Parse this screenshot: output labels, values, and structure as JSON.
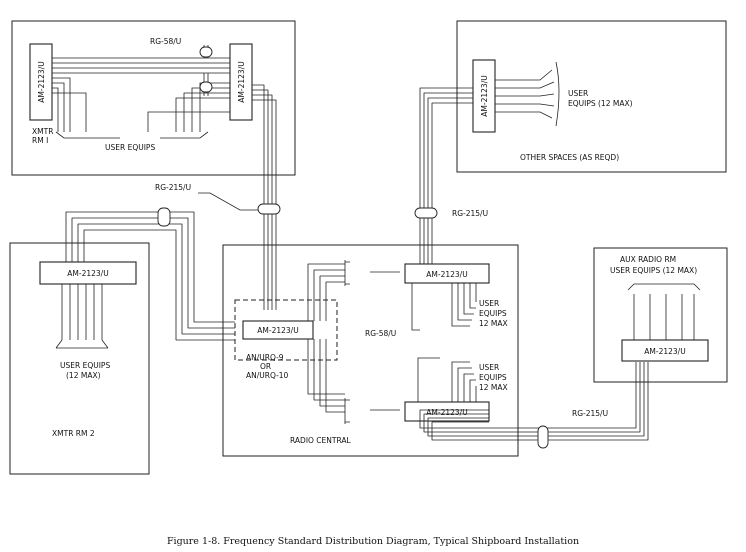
{
  "rooms": {
    "xmtr_rm1": "XMTR\nRM I",
    "other_spaces": "OTHER SPACES (AS REQD)",
    "xmtr_rm2": "XMTR RM 2",
    "radio_central": "RADIO CENTRAL",
    "aux_radio": "AUX RADIO RM\nUSER EQUIPS (12 MAX)"
  },
  "units": {
    "am": "AM-2123/U",
    "urq": "AN/URQ-9\nOR\nAN/URQ-10"
  },
  "cables": {
    "rg58": "RG-58/U",
    "rg215": "RG-215/U"
  },
  "labels": {
    "user_equips": "USER EQUIPS",
    "user_equips_12": "USER\nEQUIPS (12 MAX)",
    "user_equips_12b": "USER EQUIPS\n(12 MAX)",
    "user_equips_12c": "USER\nEQUIPS\n12 MAX"
  },
  "caption": "Figure 1-8.  Frequency Standard Distribution Diagram, Typical Shipboard Installation"
}
